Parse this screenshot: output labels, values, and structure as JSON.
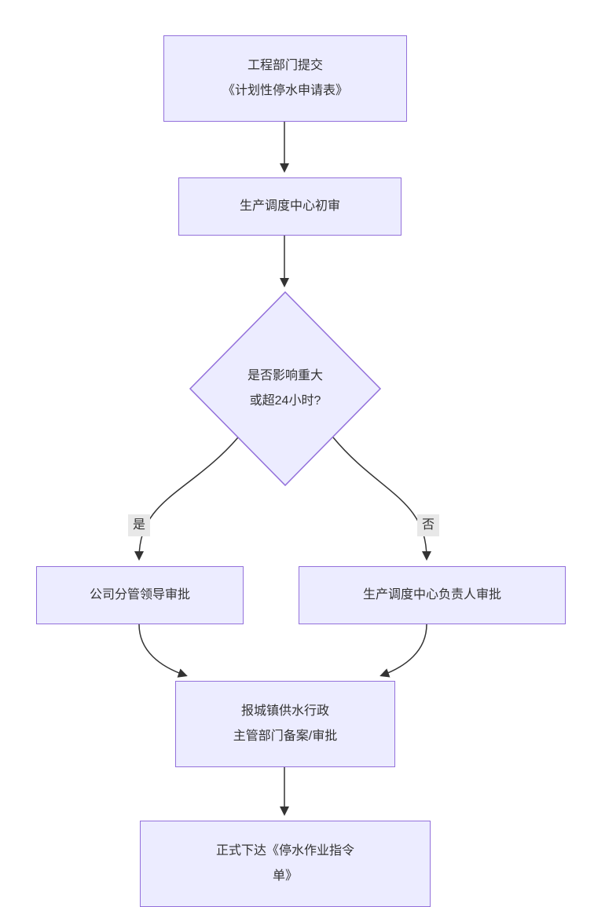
{
  "colors": {
    "node_fill": "#ECECFF",
    "node_border": "#9370DB",
    "edge_line": "#333333",
    "text": "#333333",
    "edge_label_background": "#e8e8e8",
    "page_background": "#ffffff"
  },
  "flowchart": {
    "type": "flowchart-top-down",
    "nodes": {
      "submit_application": {
        "label": "工程部门提交\n《计划性停水申请表》"
      },
      "dispatch_center_review": {
        "label": "生产调度中心初审"
      },
      "decision_major_impact": {
        "label": "是否影响重大\n或超24小时?"
      },
      "company_leader_approval": {
        "label": "公司分管领导审批"
      },
      "dispatch_head_approval": {
        "label": "生产调度中心负责人审批"
      },
      "report_authority": {
        "label": "报城镇供水行政\n主管部门备案/审批"
      },
      "issue_order": {
        "label": "正式下达《停水作业指令\n单》"
      }
    },
    "edge_labels": {
      "yes": "是",
      "no": "否"
    }
  }
}
